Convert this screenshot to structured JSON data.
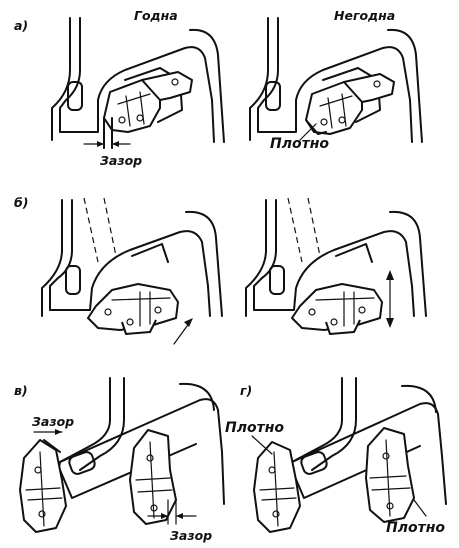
{
  "labels": {
    "a": "а)",
    "b": "б)",
    "v": "в)",
    "g": "г)",
    "good": "Годна",
    "bad": "Негодна",
    "gap": "Зазор",
    "tight": "Плотно"
  },
  "colors": {
    "ink": "#111111",
    "paper": "#ffffff"
  }
}
